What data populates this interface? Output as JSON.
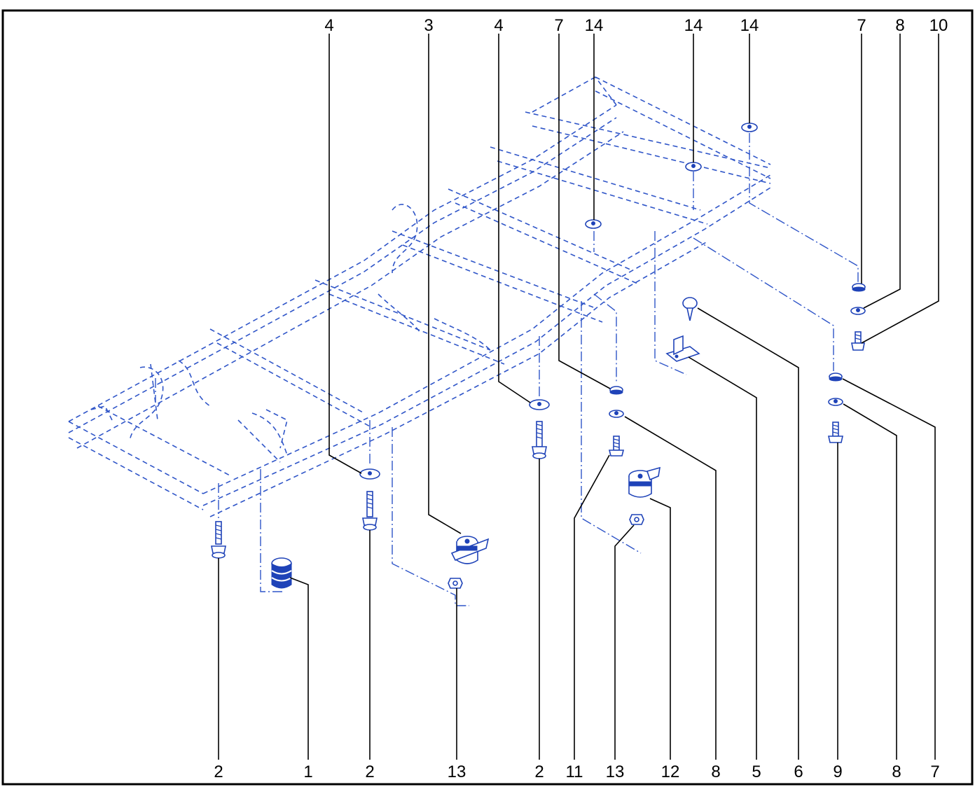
{
  "diagram": {
    "colors": {
      "line": "#2f55c8",
      "part": "#1f43b8",
      "text": "#000000",
      "border": "#000000"
    },
    "callouts_top": [
      "4",
      "3",
      "4",
      "7",
      "14",
      "14",
      "14",
      "7",
      "8",
      "10"
    ],
    "callouts_bottom": [
      "2",
      "1",
      "2",
      "13",
      "2",
      "11",
      "13",
      "12",
      "8",
      "5",
      "6",
      "9",
      "8",
      "7"
    ]
  }
}
